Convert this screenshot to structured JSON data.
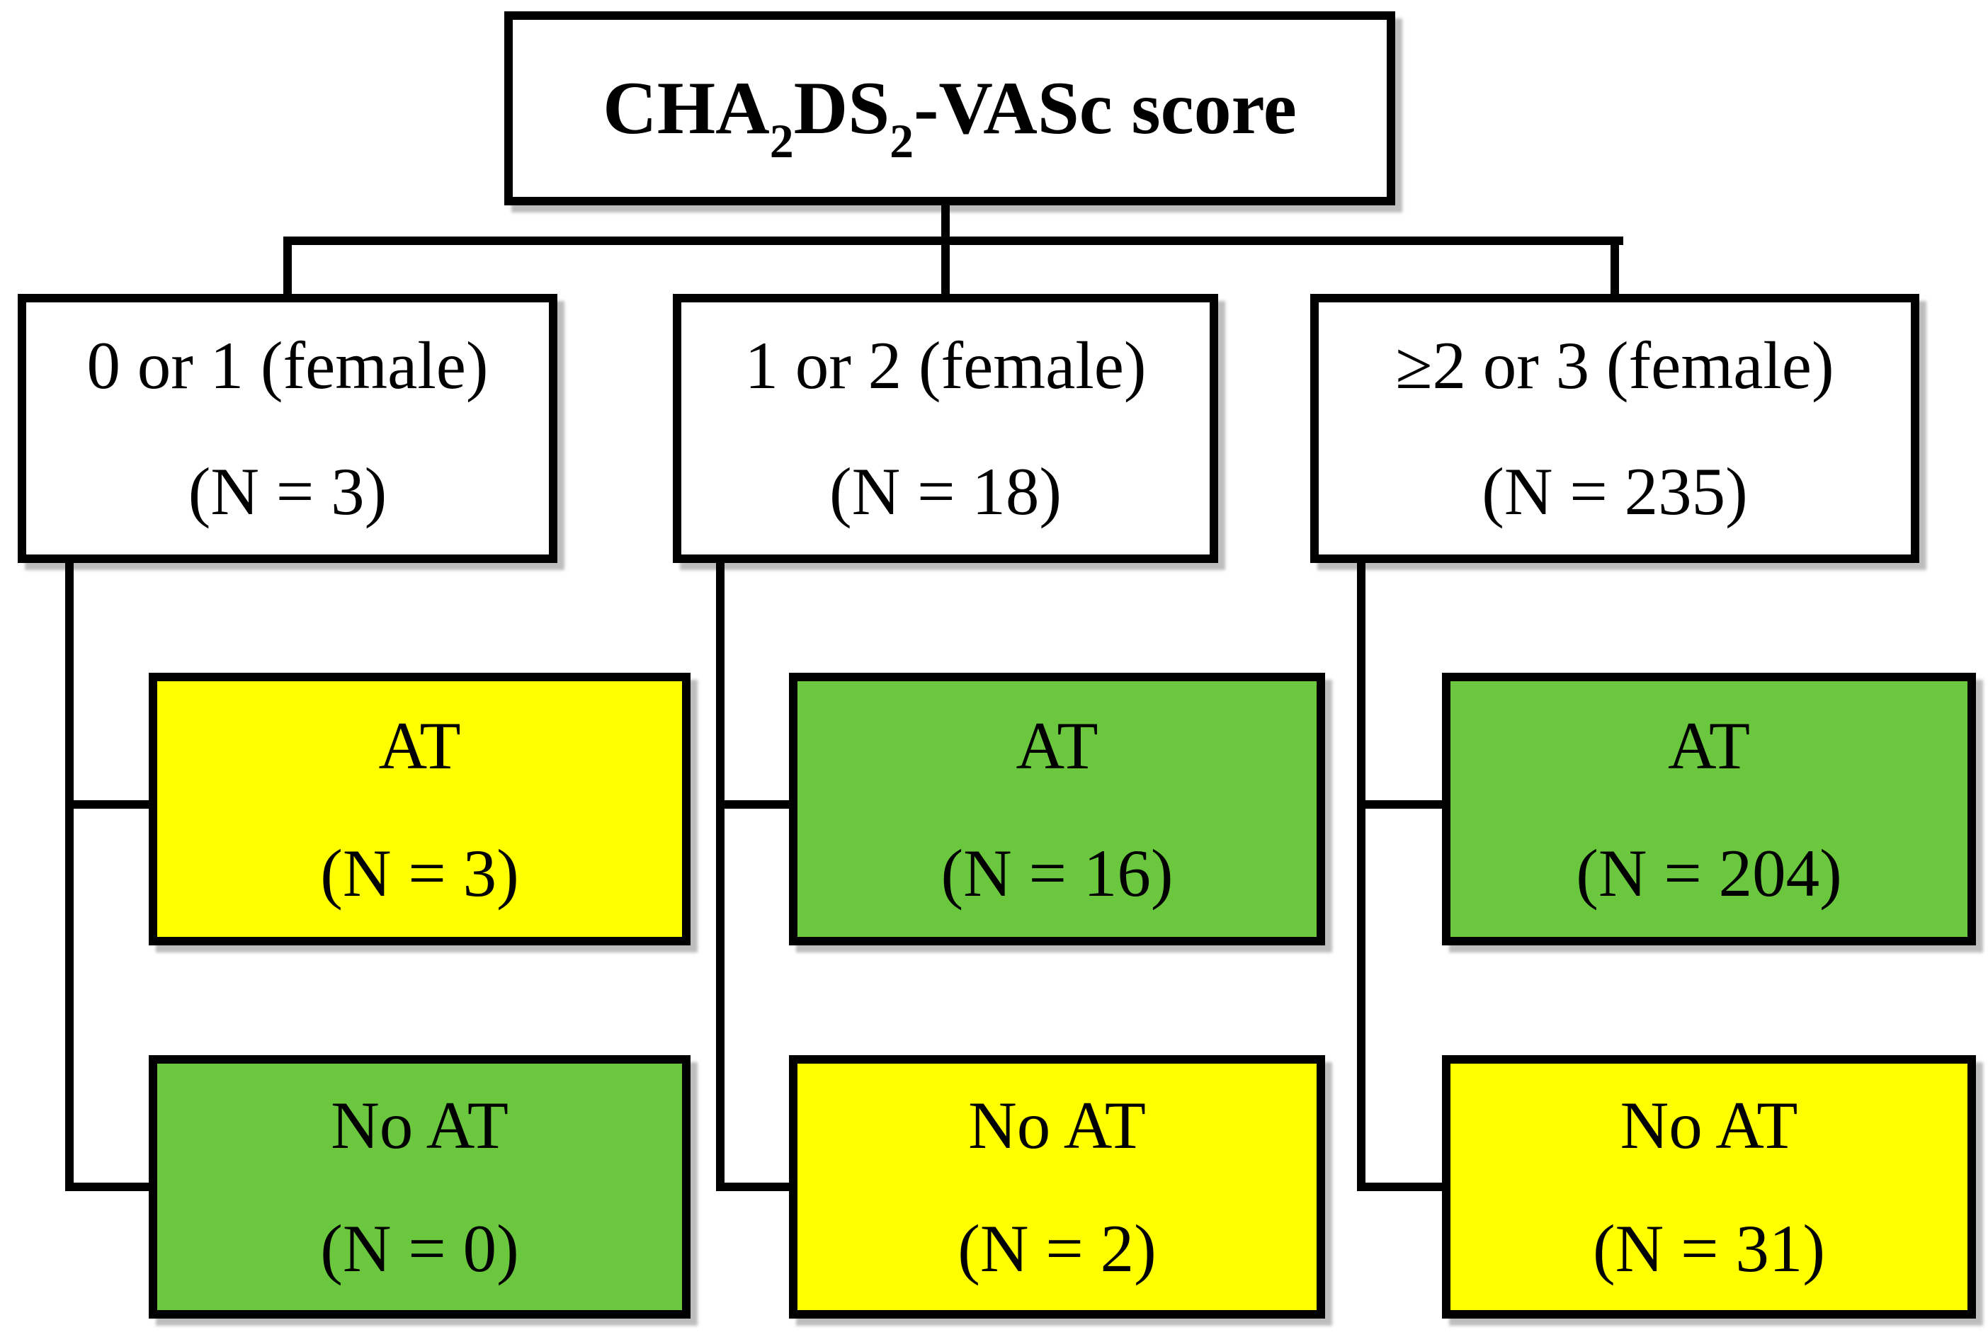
{
  "diagram": {
    "type": "flowchart",
    "root": {
      "title_parts": [
        {
          "text": "CHA"
        },
        {
          "text": "2",
          "subscript": true
        },
        {
          "text": "DS"
        },
        {
          "text": "2",
          "subscript": true
        },
        {
          "text": "-VASc score"
        }
      ]
    },
    "columns": [
      {
        "score_label": "0 or 1 (female)",
        "n_label": "(N = 3)",
        "at": {
          "label": "AT",
          "n_label": "(N = 3)",
          "color": "#ffff00"
        },
        "no_at": {
          "label": "No AT",
          "n_label": "(N = 0)",
          "color": "#6bc83e"
        }
      },
      {
        "score_label": "1 or 2 (female)",
        "n_label": "(N = 18)",
        "at": {
          "label": "AT",
          "n_label": "(N = 16)",
          "color": "#6bc83e"
        },
        "no_at": {
          "label": "No AT",
          "n_label": "(N = 2)",
          "color": "#ffff00"
        }
      },
      {
        "score_label": "≥2 or 3 (female)",
        "n_label": "(N = 235)",
        "at": {
          "label": "AT",
          "n_label": "(N = 204)",
          "color": "#6bc83e"
        },
        "no_at": {
          "label": "No AT",
          "n_label": "(N = 31)",
          "color": "#ffff00"
        }
      }
    ],
    "colors": {
      "yellow": "#ffff00",
      "green": "#6bc83e",
      "line": "#000000",
      "box_background": "#ffffff"
    }
  }
}
